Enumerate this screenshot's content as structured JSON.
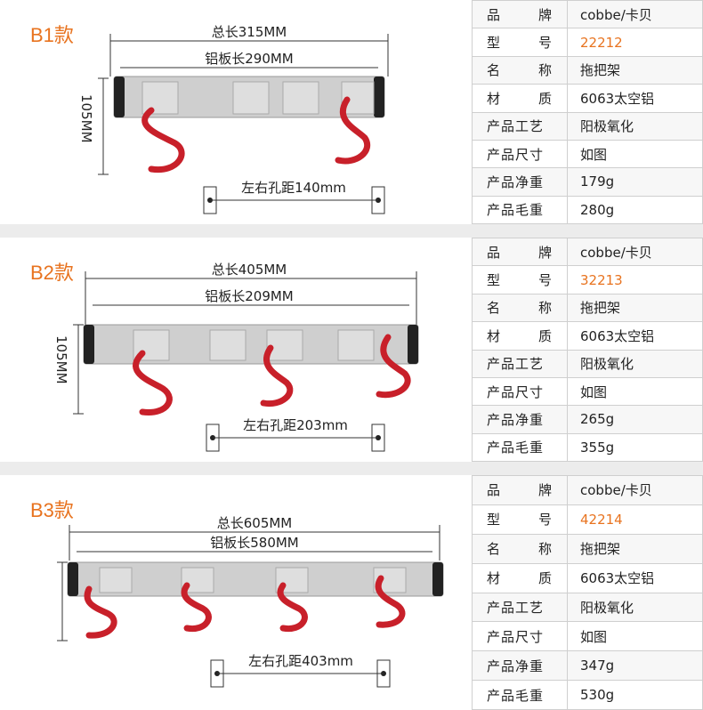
{
  "colors": {
    "accent": "#e8731f",
    "hook": "#c8202a",
    "rail": "#c9c9c9",
    "endcap": "#222222"
  },
  "spec_keys": {
    "brand": [
      "品",
      "牌"
    ],
    "model": [
      "型",
      "号"
    ],
    "name": [
      "名",
      "称"
    ],
    "material": [
      "材",
      "质"
    ],
    "process": "产品工艺",
    "size": "产品尺寸",
    "net_weight": "产品净重",
    "gross_weight": "产品毛重"
  },
  "products": [
    {
      "label": "B1款",
      "total_length": "总长315MM",
      "plate_length": "铝板长290MM",
      "height": "105MM",
      "hole_distance": "左右孔距140mm",
      "hooks": 2,
      "specs": {
        "brand": "cobbe/卡贝",
        "model": "22212",
        "name": "拖把架",
        "material": "6063太空铝",
        "process": "阳极氧化",
        "size": "如图",
        "net_weight": "179g",
        "gross_weight": "280g"
      }
    },
    {
      "label": "B2款",
      "total_length": "总长405MM",
      "plate_length": "铝板长209MM",
      "height": "105MM",
      "hole_distance": "左右孔距203mm",
      "hooks": 3,
      "specs": {
        "brand": "cobbe/卡贝",
        "model": "32213",
        "name": "拖把架",
        "material": "6063太空铝",
        "process": "阳极氧化",
        "size": "如图",
        "net_weight": "265g",
        "gross_weight": "355g"
      }
    },
    {
      "label": "B3款",
      "total_length": "总长605MM",
      "plate_length": "铝板长580MM",
      "height": "",
      "hole_distance": "左右孔距403mm",
      "hooks": 4,
      "specs": {
        "brand": "cobbe/卡贝",
        "model": "42214",
        "name": "拖把架",
        "material": "6063太空铝",
        "process": "阳极氧化",
        "size": "如图",
        "net_weight": "347g",
        "gross_weight": "530g"
      }
    }
  ]
}
